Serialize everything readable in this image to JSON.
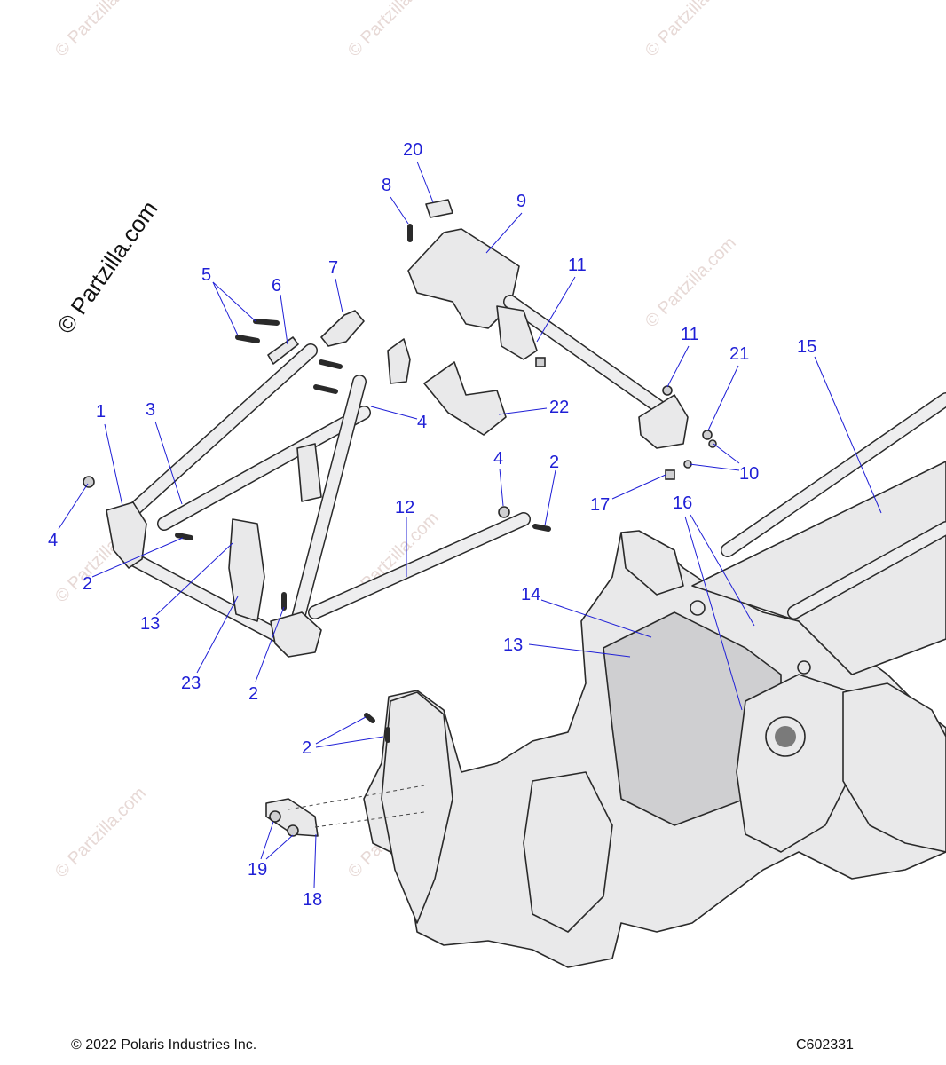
{
  "watermark_text": "© Partzilla.com",
  "brand_text": "© Partzilla.com",
  "footer": {
    "copyright": "© 2022 Polaris Industries Inc.",
    "figure_code": "C602331"
  },
  "callouts": [
    "1",
    "2",
    "3",
    "4",
    "5",
    "6",
    "7",
    "8",
    "9",
    "10",
    "11",
    "12",
    "13",
    "14",
    "15",
    "16",
    "17",
    "18",
    "19",
    "20",
    "21",
    "22",
    "23"
  ]
}
